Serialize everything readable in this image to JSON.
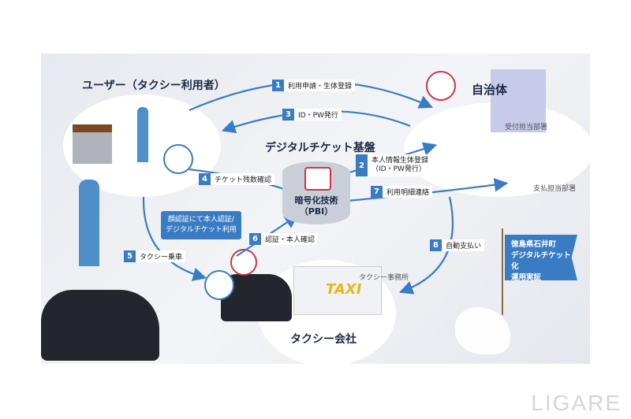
{
  "titles": {
    "user": "ユーザー（タクシー利用者）",
    "platform": "デジタルチケット基盤",
    "municipality": "自治体",
    "taxi_company": "タクシー会社"
  },
  "sublabels": {
    "reception": "受付担当部署",
    "payment": "支払担当部署",
    "taxi_office": "タクシー事務所",
    "taxi_sign": "TAXI"
  },
  "encryption": {
    "line1": "暗号化技術",
    "line2": "（PBI）"
  },
  "steps": [
    {
      "n": "1",
      "label": "利用申請・生体登録"
    },
    {
      "n": "2",
      "label": "本人情報生体登録",
      "label2": "（ID・PW発行）"
    },
    {
      "n": "3",
      "label": "ID・PW発行"
    },
    {
      "n": "4",
      "label": "チケット残数確認"
    },
    {
      "n": "5",
      "label": "タクシー乗車"
    },
    {
      "n": "6",
      "label": "認証・本人確認"
    },
    {
      "n": "7",
      "label": "利用明細連絡"
    },
    {
      "n": "8",
      "label": "自動支払い"
    }
  ],
  "callout": {
    "line1": "顔認証にて本人認証/",
    "line2": "デジタルチケット利用"
  },
  "flag": {
    "line1": "徳島県石井町",
    "line2": "デジタルチケット化",
    "line3": "運用実証"
  },
  "logo": "LIGARE",
  "colors": {
    "accent": "#3a7cc4",
    "face_id": "#d0344a"
  }
}
